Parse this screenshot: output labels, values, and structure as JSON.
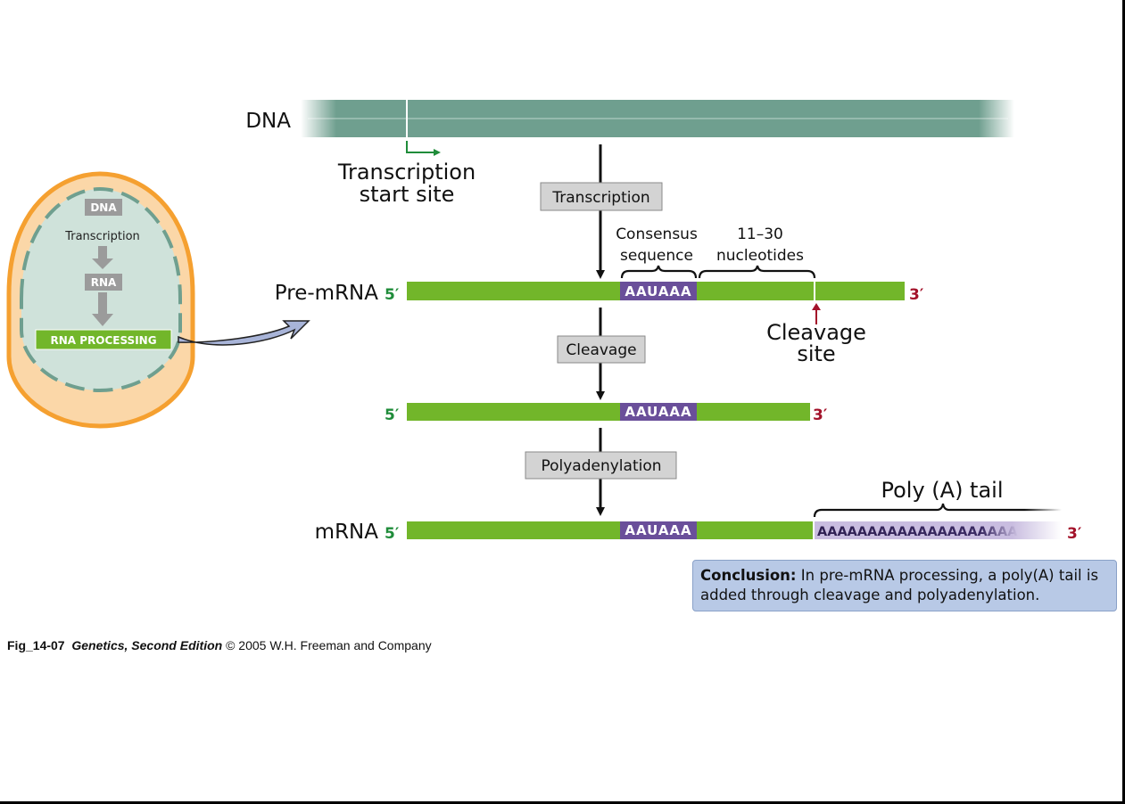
{
  "dna": {
    "label": "DNA",
    "start_site": [
      "Transcription",
      "start site"
    ]
  },
  "steps": {
    "transcription": "Transcription",
    "cleavage": "Cleavage",
    "polyadenylation": "Polyadenylation"
  },
  "annotations": {
    "consensus": [
      "Consensus",
      "sequence"
    ],
    "nucleotides": [
      "11–30",
      "nucleotides"
    ],
    "cleavage_site": [
      "Cleavage",
      "site"
    ],
    "poly_a_tail": "Poly (A) tail"
  },
  "strands": {
    "pre_mrna_label": "Pre-mRNA",
    "mrna_label": "mRNA",
    "five_prime": "5′",
    "three_prime": "3′",
    "consensus_seq": "AAUAAA",
    "poly_a_seq": "AAAAAAAAAAAAAAAAAAAA"
  },
  "cell_inset": {
    "dna": "DNA",
    "transcription": "Transcription",
    "rna": "RNA",
    "rna_processing": "RNA PROCESSING"
  },
  "conclusion": {
    "heading": "Conclusion:",
    "text": "In pre-mRNA processing, a poly(A) tail is added through cleavage and polyadenylation."
  },
  "caption": {
    "fig": "Fig_14-07",
    "book": "Genetics, Second Edition",
    "rest": "© 2005 W.H. Freeman and Company"
  },
  "colors": {
    "dna": "#6f9f8f",
    "rna": "#72b62a",
    "consensus": "#6a4f9a",
    "poly_a": "#c9bde0",
    "step_box": "#d3d3d3",
    "cell_outer": "#f5a030",
    "cell_inner": "#cfe2da"
  }
}
